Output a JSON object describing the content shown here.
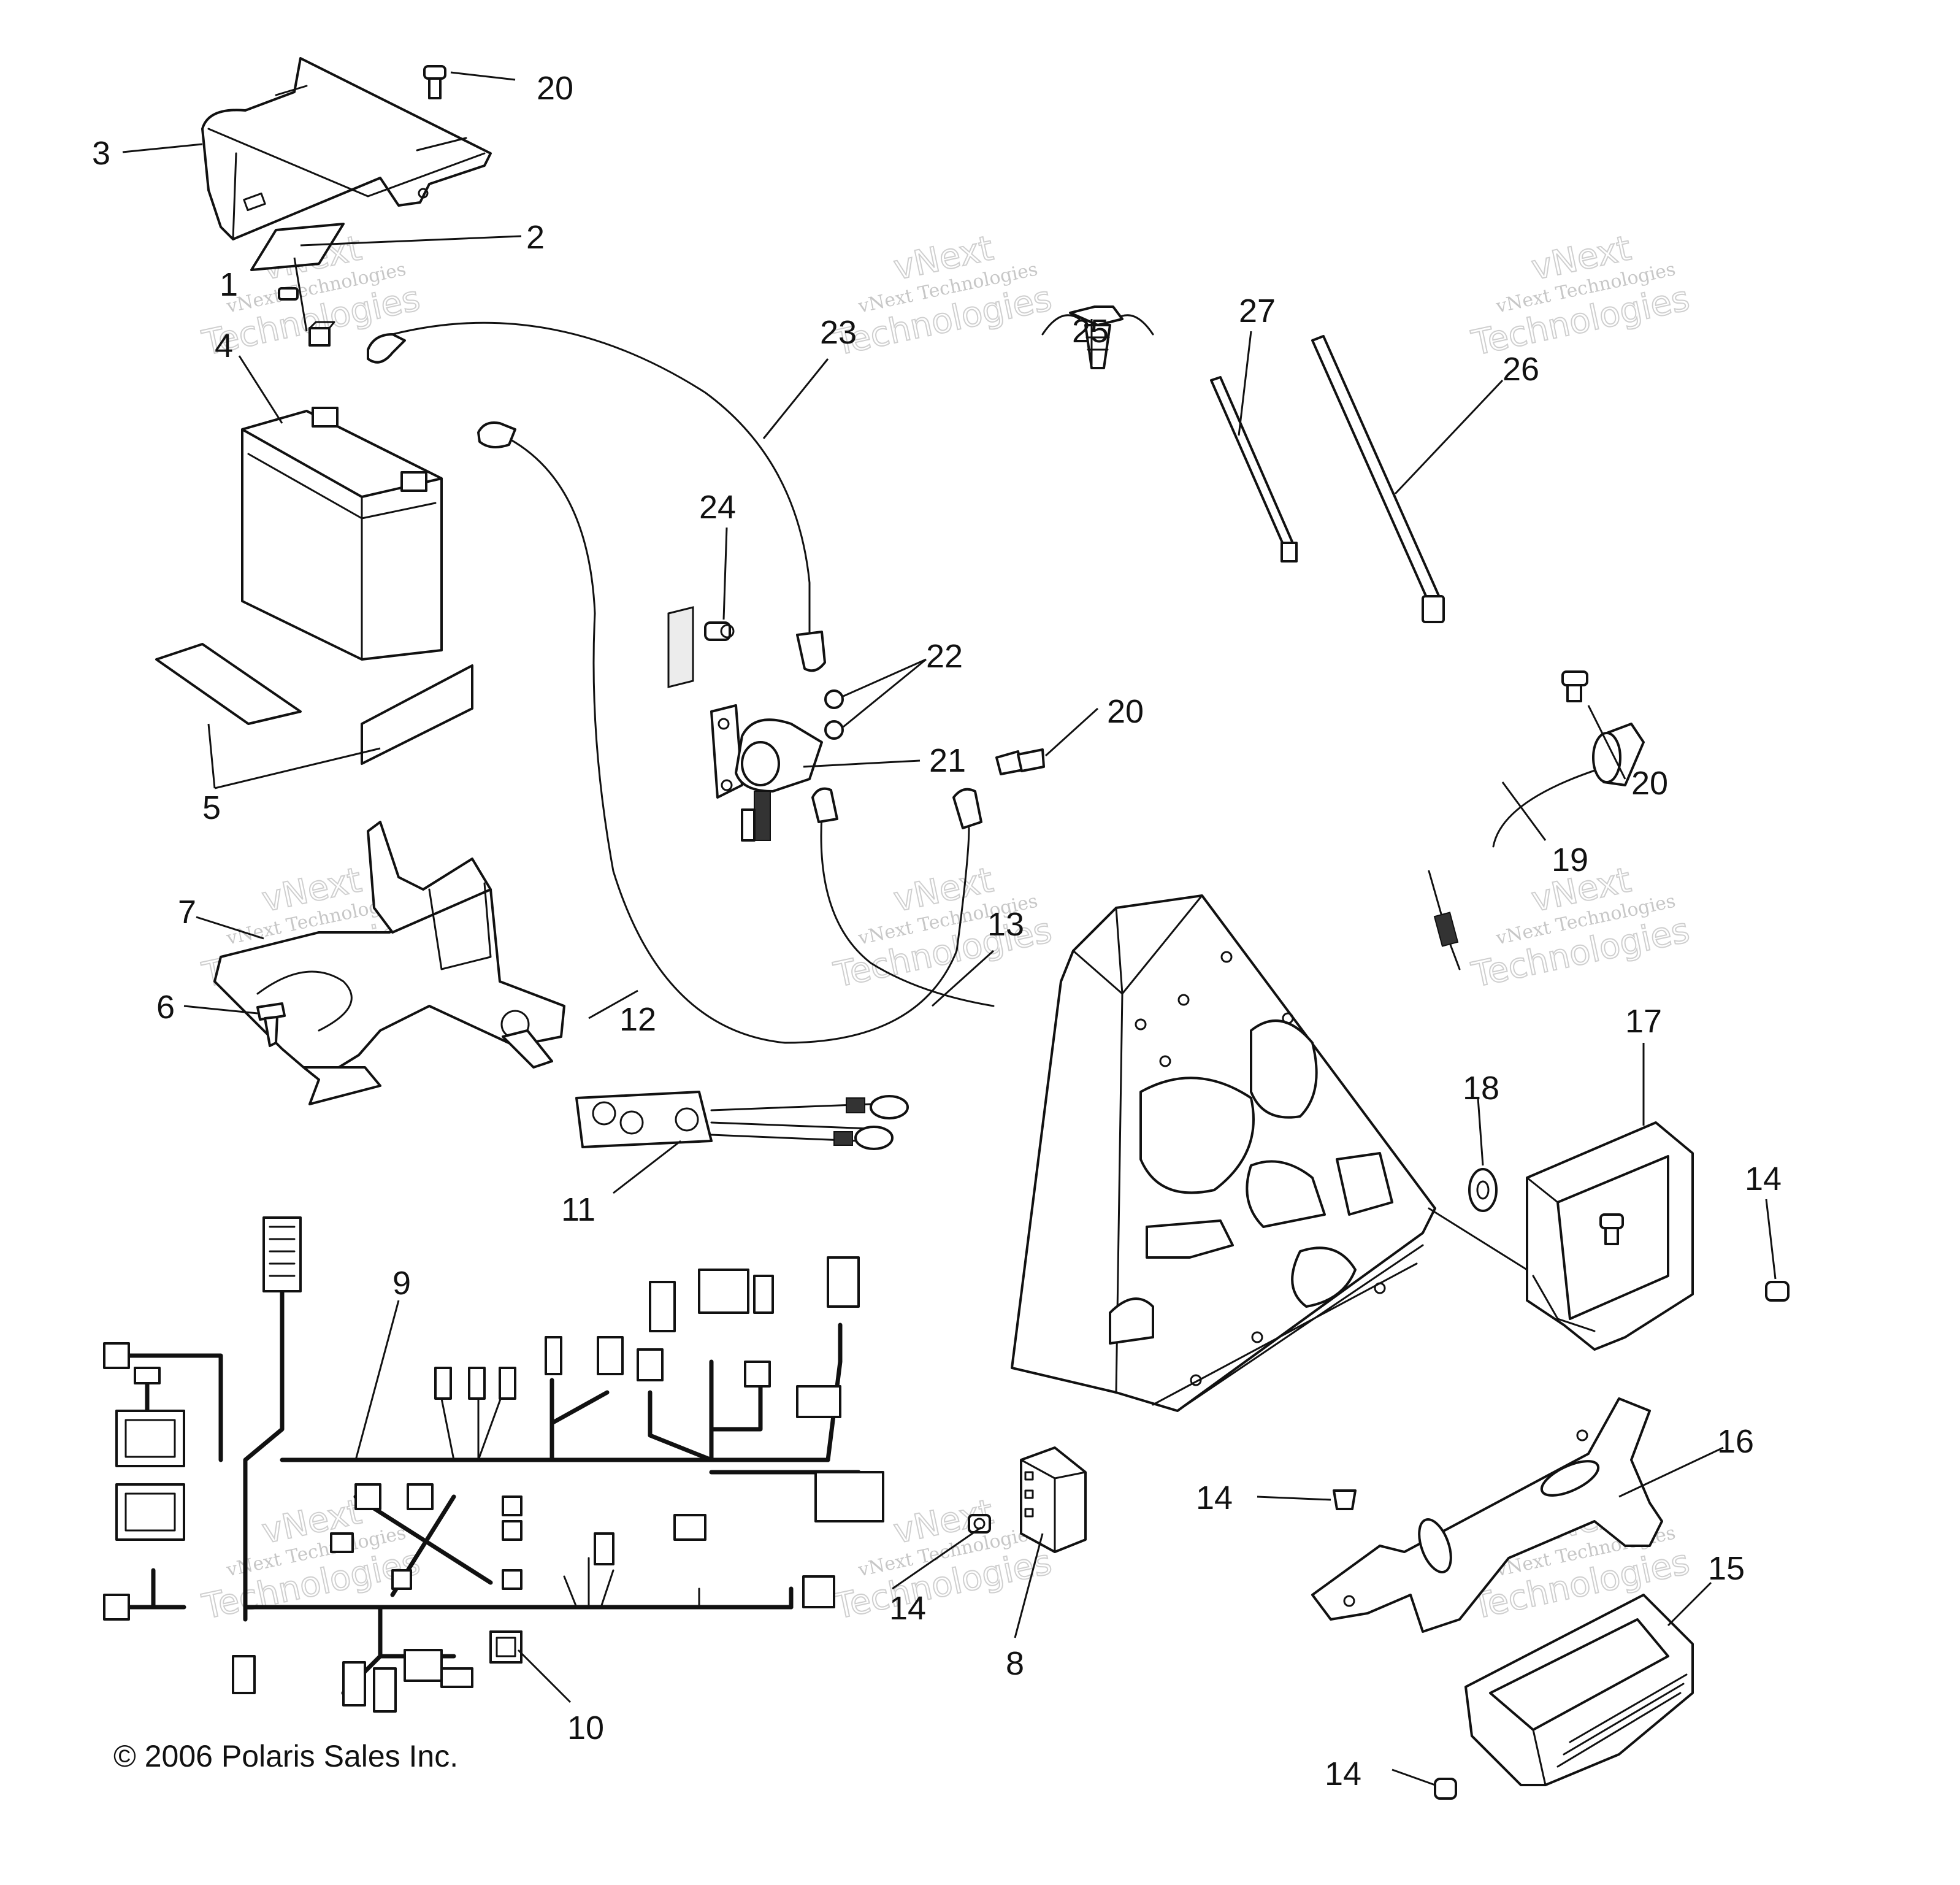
{
  "diagram": {
    "callouts": {
      "c1": "1",
      "c2": "2",
      "c3": "3",
      "c4": "4",
      "c5": "5",
      "c6": "6",
      "c7": "7",
      "c8": "8",
      "c9": "9",
      "c10": "10",
      "c11": "11",
      "c12": "12",
      "c13": "13",
      "c14a": "14",
      "c14b": "14",
      "c14c": "14",
      "c14d": "14",
      "c15": "15",
      "c16": "16",
      "c17": "17",
      "c18": "18",
      "c19": "19",
      "c20a": "20",
      "c20b": "20",
      "c20c": "20",
      "c21": "21",
      "c22": "22",
      "c23": "23",
      "c24": "24",
      "c25": "25",
      "c26": "26",
      "c27": "27"
    },
    "copyright": "© 2006 Polaris Sales Inc.",
    "watermark": {
      "line1": "vNext Technologies",
      "line2": "vNext",
      "line3": "Technologies"
    }
  }
}
